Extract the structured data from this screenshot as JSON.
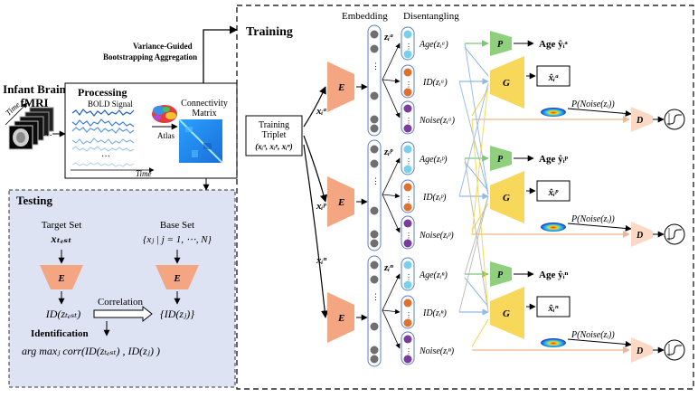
{
  "input": {
    "title_line1": "Infant Brain",
    "title_line2": "fMRI",
    "time_label": "Time"
  },
  "processing": {
    "title": "Processing",
    "signal_label": "BOLD Signal",
    "ellipsis": "···",
    "time_label": "Time",
    "atlas_label": "Atlas",
    "connectivity_line1": "Connectivity",
    "connectivity_line2": "Matrix"
  },
  "bootstrap": {
    "line1": "Variance-Guided",
    "line2": "Bootstrapping Aggregation"
  },
  "training": {
    "title": "Training",
    "embedding_label": "Embedding",
    "disentangling_label": "Disentangling",
    "triplet_line1": "Training",
    "triplet_line2": "Triplet",
    "triplet_line3": "(xᵢᵃ, xᵢᵖ, xᵢⁿ)",
    "encoder": "E",
    "predictor": "P",
    "generator": "G",
    "discriminator": "D",
    "branches": [
      {
        "input": "xᵢᵃ",
        "z": "zᵢᵃ",
        "age": "Age(zᵢᵃ)",
        "id": "ID(zᵢᵃ)",
        "noise": "Noise(zᵢᵃ)",
        "age_out": "Age  ŷᵢᵃ",
        "recon": "x̂ᵢᵃ",
        "prob": "P(Noise(zᵢ))"
      },
      {
        "input": "xᵢᵖ",
        "z": "zᵢᵖ",
        "age": "Age(zᵢᵖ)",
        "id": "ID(zᵢᵖ)",
        "noise": "Noise(zᵢᵖ)",
        "age_out": "Age  ŷᵢᵖ",
        "recon": "x̂ᵢᵖ",
        "prob": "P(Noise(zᵢ))"
      },
      {
        "input": "xᵢⁿ",
        "z": "zᵢⁿ",
        "age": "Age(zᵢⁿ)",
        "id": "ID(zᵢⁿ)",
        "noise": "Noise(zᵢⁿ)",
        "age_out": "Age  ŷᵢⁿ",
        "recon": "x̂ᵢⁿ",
        "prob": "P(Noise(zᵢ))"
      }
    ]
  },
  "testing": {
    "title": "Testing",
    "target_label": "Target Set",
    "target_var": "xₜₑₛₜ",
    "base_label": "Base Set",
    "base_var": "{xⱼ | j = 1, ⋯, N}",
    "encoder": "E",
    "id_test": "ID(zₜₑₛₜ)",
    "id_base": "{ID(zⱼ)}",
    "correlation_label": "Correlation",
    "identification_label": "Identification",
    "formula": "arg maxⱼ corr(ID(zₜₑₛₜ) , ID(zⱼ) )"
  },
  "colors": {
    "encoder": "#f4a582",
    "predictor": "#8fcf7e",
    "generator": "#f7d85a",
    "discriminator": "#fbd9c4",
    "testing_bg": "#dde3f3",
    "node_gray": "#707070",
    "node_cyan": "#79d0ea",
    "node_orange": "#e26f2c",
    "node_purple": "#7b3a9e",
    "line_green": "#7cc86e",
    "line_blue": "#8fb9e6",
    "line_yellow": "#f5d34b",
    "line_peach": "#f2b48e",
    "line_gray": "#b8b8b8"
  }
}
